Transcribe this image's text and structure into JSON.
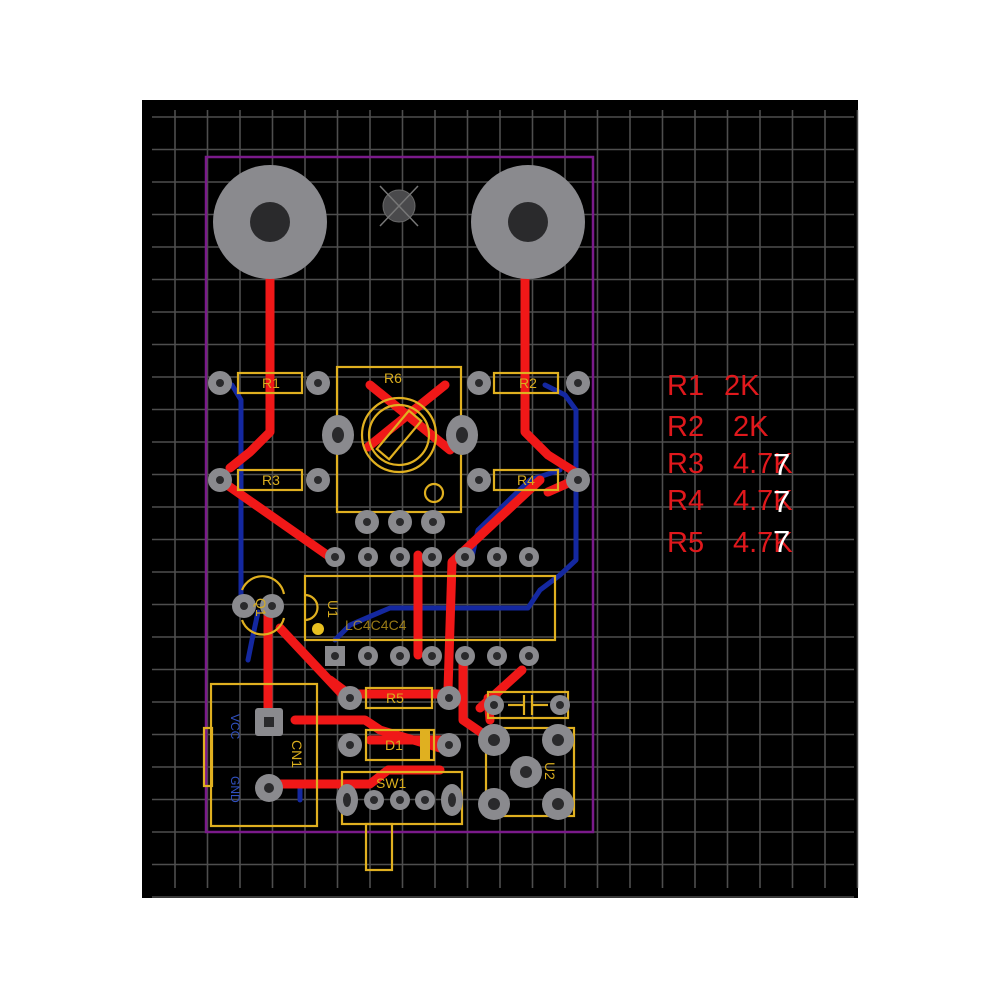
{
  "colors": {
    "background": "#000000",
    "grid": "#5c5c5c",
    "board_outline": "#7a1a8a",
    "top_copper": "#f01818",
    "bottom_copper": "#1428a0",
    "silkscreen": "#e0b020",
    "pad": "#8a8a8e",
    "bom_text": "#e0181c",
    "overlay_text": "#ffffff"
  },
  "components": {
    "r1": "R1",
    "r2": "R2",
    "r3": "R3",
    "r4": "R4",
    "r5": "R5",
    "r6": "R6",
    "u1": "U1",
    "d1": "D1",
    "sw1": "SW1",
    "cn1": "CN1",
    "u2": "U2",
    "ic_marking": "LC4C4C4",
    "cn1_pin1": "VCC",
    "cn1_pin2": "GND"
  },
  "bom": [
    {
      "ref": "R1",
      "value": "2K"
    },
    {
      "ref": "R2",
      "value": "2K"
    },
    {
      "ref": "R3",
      "value": "4.7K"
    },
    {
      "ref": "R4",
      "value": "4.7K"
    },
    {
      "ref": "R5",
      "value": "4.7K"
    }
  ],
  "overlay_marks": [
    "7",
    "7",
    "7"
  ]
}
